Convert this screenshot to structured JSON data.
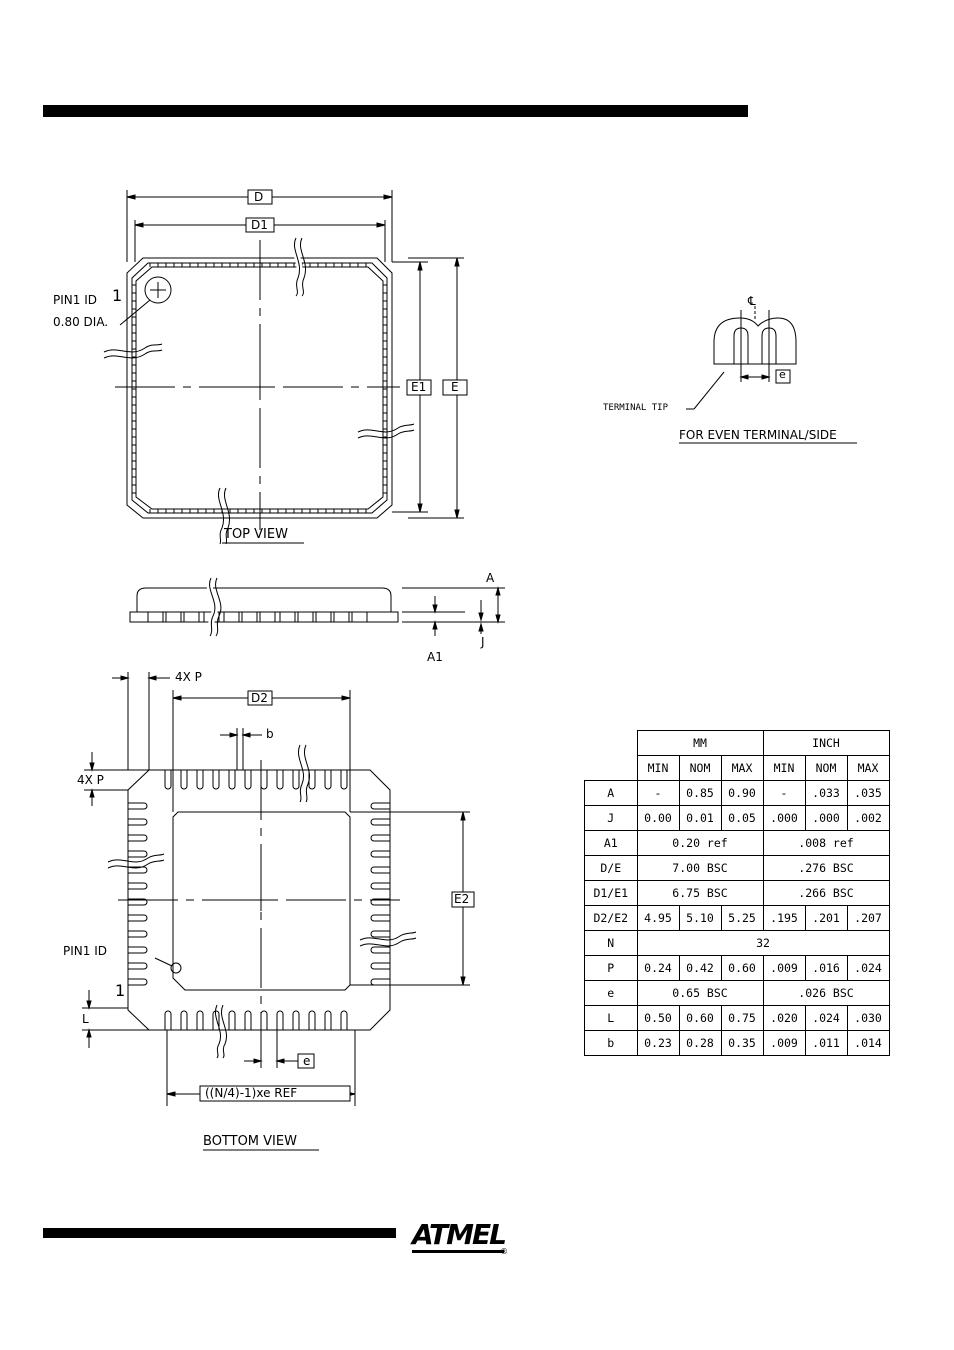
{
  "top_view": {
    "title": "TOP VIEW",
    "dim_d": "D",
    "dim_d1": "D1",
    "dim_e1": "E1",
    "dim_e": "E",
    "pin1_number": "1",
    "pin1_label_line1": "PIN1 ID",
    "pin1_label_line2": "0.80 DIA."
  },
  "side_view": {
    "dim_a": "A",
    "dim_a1": "A1",
    "dim_j": "J"
  },
  "bottom_view": {
    "title": "BOTTOM VIEW",
    "dim_4xp_top": "4X P",
    "dim_4xp_left": "4X P",
    "dim_d2": "D2",
    "dim_b": "b",
    "dim_e2": "E2",
    "pin1_label": "PIN1 ID",
    "pin1_number": "1",
    "dim_l": "L",
    "dim_e": "e",
    "dim_ref": "((N/4)-1)xe REF"
  },
  "terminal_detail": {
    "centerline": "℄",
    "dim_e": "e",
    "tip_label": "TERMINAL TIP",
    "title": "FOR EVEN TERMINAL/SIDE"
  },
  "dimension_table": {
    "group_mm": "MM",
    "group_inch": "INCH",
    "sub_headers": [
      "MIN",
      "NOM",
      "MAX",
      "MIN",
      "NOM",
      "MAX"
    ],
    "rows": [
      {
        "sym": "A",
        "cells": [
          "-",
          "0.85",
          "0.90",
          "-",
          ".033",
          ".035"
        ]
      },
      {
        "sym": "J",
        "cells": [
          "0.00",
          "0.01",
          "0.05",
          ".000",
          ".000",
          ".002"
        ]
      },
      {
        "sym": "A1",
        "mm": "0.20 ref",
        "inch": ".008 ref"
      },
      {
        "sym": "D/E",
        "mm": "7.00 BSC",
        "inch": ".276 BSC"
      },
      {
        "sym": "D1/E1",
        "mm": "6.75 BSC",
        "inch": ".266 BSC"
      },
      {
        "sym": "D2/E2",
        "cells": [
          "4.95",
          "5.10",
          "5.25",
          ".195",
          ".201",
          ".207"
        ]
      },
      {
        "sym": "N",
        "all": "32"
      },
      {
        "sym": "P",
        "cells": [
          "0.24",
          "0.42",
          "0.60",
          ".009",
          ".016",
          ".024"
        ]
      },
      {
        "sym": "e",
        "mm": "0.65 BSC",
        "inch": ".026 BSC"
      },
      {
        "sym": "L",
        "cells": [
          "0.50",
          "0.60",
          "0.75",
          ".020",
          ".024",
          ".030"
        ]
      },
      {
        "sym": "b",
        "cells": [
          "0.23",
          "0.28",
          "0.35",
          ".009",
          ".011",
          ".014"
        ]
      }
    ]
  },
  "logo": {
    "text": "ATMEL",
    "reg": "®"
  }
}
